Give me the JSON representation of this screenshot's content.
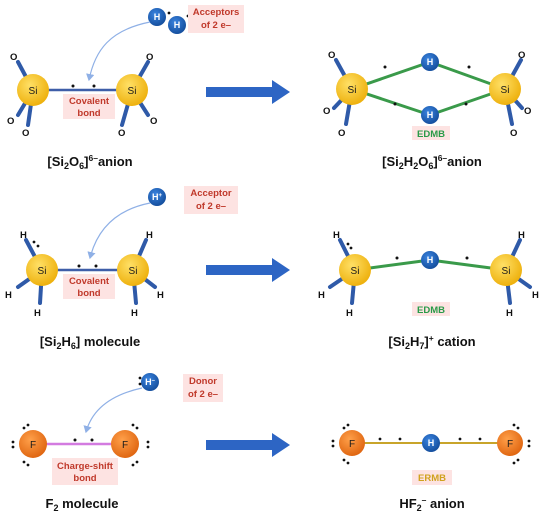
{
  "colors": {
    "si_atom": "#f4c019",
    "h_atom": "#1c5fb3",
    "f_atom": "#f07a1c",
    "covalent_bond": "#3e5ea8",
    "edmb_bond": "#3a9a4a",
    "ermb_bond": "#c8a42a",
    "charge_shift_bond": "#d37be0",
    "arrow": "#2d65c4",
    "highlight": "#fde3e2",
    "edmb_text": "#2a9a48",
    "ermb_text": "#d0a21e",
    "red_text": "#c0392b"
  },
  "row1": {
    "left": {
      "si1": "Si",
      "si2": "Si",
      "o": "O",
      "h1": "H",
      "h2": "H",
      "note_line1": "Acceptors",
      "note_line2": "of 2 e–",
      "bond_line1": "Covalent",
      "bond_line2": "bond",
      "caption_pre": "[Si",
      "caption_s1": "2",
      "caption_mid": "O",
      "caption_s2": "6",
      "caption_close": "]",
      "caption_sup": "6–",
      "caption_post": "anion"
    },
    "right": {
      "si1": "Si",
      "si2": "Si",
      "h1": "H",
      "h2": "H",
      "o": "O",
      "bond_label": "EDMB",
      "caption_pre": "[Si",
      "caption_s1": "2",
      "caption_mid1": "H",
      "caption_s2": "2",
      "caption_mid2": "O",
      "caption_s3": "6",
      "caption_close": "]",
      "caption_sup": "6–",
      "caption_post": "anion"
    }
  },
  "row2": {
    "left": {
      "si1": "Si",
      "si2": "Si",
      "h": "H",
      "hplus": "H",
      "hplus_sup": "+",
      "note_line1": "Acceptor",
      "note_line2": "of 2 e–",
      "bond_line1": "Covalent",
      "bond_line2": "bond",
      "caption_pre": "[Si",
      "caption_s1": "2",
      "caption_mid": "H",
      "caption_s2": "6",
      "caption_close": "]",
      "caption_post": " molecule"
    },
    "right": {
      "si1": "Si",
      "si2": "Si",
      "h_center": "H",
      "h": "H",
      "bond_label": "EDMB",
      "caption_pre": "[Si",
      "caption_s1": "2",
      "caption_mid": "H",
      "caption_s2": "7",
      "caption_close": "]",
      "caption_sup": "+",
      "caption_post": " cation"
    }
  },
  "row3": {
    "left": {
      "f1": "F",
      "f2": "F",
      "hminus": "H",
      "hminus_sup": "–",
      "note_line1": "Donor",
      "note_line2": "of 2 e–",
      "bond_line1": "Charge-shift",
      "bond_line2": "bond",
      "caption_pre": "F",
      "caption_s1": "2",
      "caption_post": " molecule"
    },
    "right": {
      "f1": "F",
      "f2": "F",
      "h": "H",
      "bond_label": "ERMB",
      "caption_pre": "HF",
      "caption_s1": "2",
      "caption_sup": "–",
      "caption_post": " anion"
    }
  }
}
